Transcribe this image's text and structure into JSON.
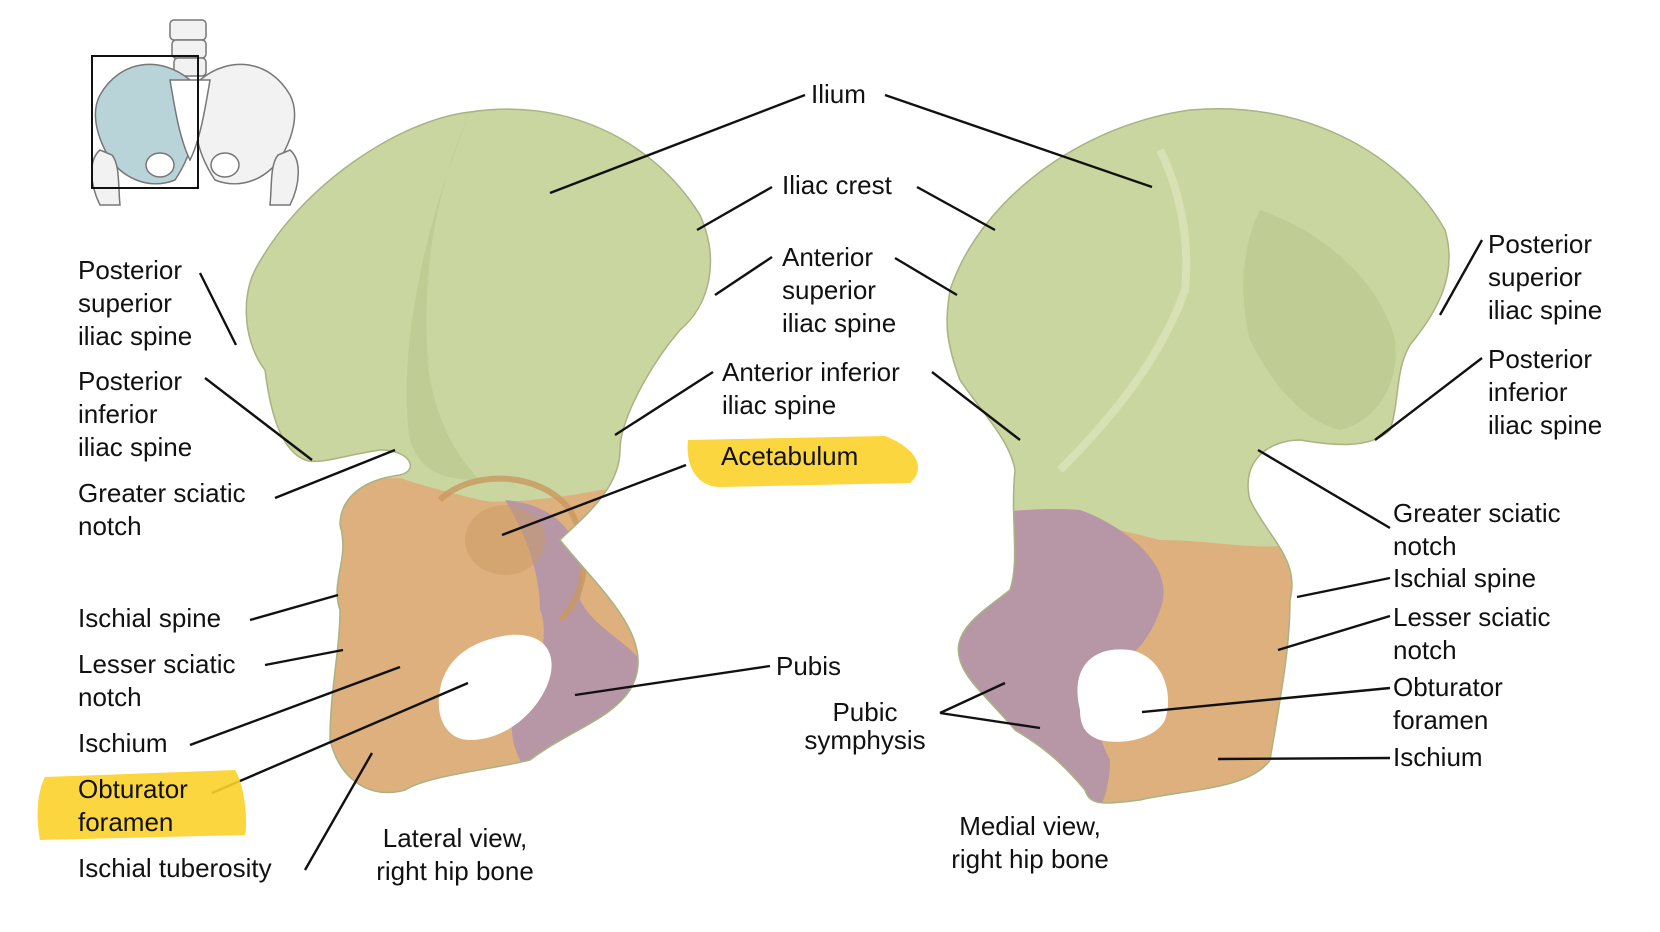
{
  "colors": {
    "ilium": "#c9d6a0",
    "ilium_shade": "#b6c48b",
    "ischium": "#ddb07e",
    "ischium_shade": "#c9985f",
    "pubis": "#b797a6",
    "pubis_shade": "#9f7d8f",
    "highlight": "#fcd12a",
    "leader_line": "#111111",
    "text": "#111111"
  },
  "lateral_view": {
    "caption": [
      "Lateral view,",
      "right hip bone"
    ],
    "labels": {
      "ilium": "Ilium",
      "iliac_crest": "Iliac crest",
      "anterior_superior_iliac_spine": [
        "Anterior",
        "superior",
        "iliac spine"
      ],
      "anterior_inferior_iliac_spine": [
        "Anterior inferior",
        "iliac spine"
      ],
      "acetabulum": "Acetabulum",
      "pubis": "Pubis",
      "posterior_superior_iliac_spine": [
        "Posterior",
        "superior",
        "iliac spine"
      ],
      "posterior_inferior_iliac_spine": [
        "Posterior",
        "inferior",
        "iliac spine"
      ],
      "greater_sciatic_notch": [
        "Greater sciatic",
        "notch"
      ],
      "ischial_spine": "Ischial spine",
      "lesser_sciatic_notch": [
        "Lesser sciatic",
        "notch"
      ],
      "ischium": "Ischium",
      "obturator_foramen": [
        "Obturator",
        "foramen"
      ],
      "ischial_tuberosity": "Ischial tuberosity"
    },
    "highlighted": [
      "acetabulum",
      "obturator_foramen"
    ]
  },
  "medial_view": {
    "caption": [
      "Medial view,",
      "right hip bone"
    ],
    "labels": {
      "posterior_superior_iliac_spine": [
        "Posterior",
        "superior",
        "iliac spine"
      ],
      "posterior_inferior_iliac_spine": [
        "Posterior",
        "inferior",
        "iliac spine"
      ],
      "greater_sciatic_notch": [
        "Greater sciatic",
        "notch"
      ],
      "ischial_spine": "Ischial spine",
      "lesser_sciatic_notch": [
        "Lesser sciatic",
        "notch"
      ],
      "obturator_foramen": [
        "Obturator",
        "foramen"
      ],
      "ischium": "Ischium",
      "pubic_symphysis": [
        "Pubic",
        "symphysis"
      ]
    }
  },
  "inset": {
    "icon": "pelvis-locator-icon"
  }
}
